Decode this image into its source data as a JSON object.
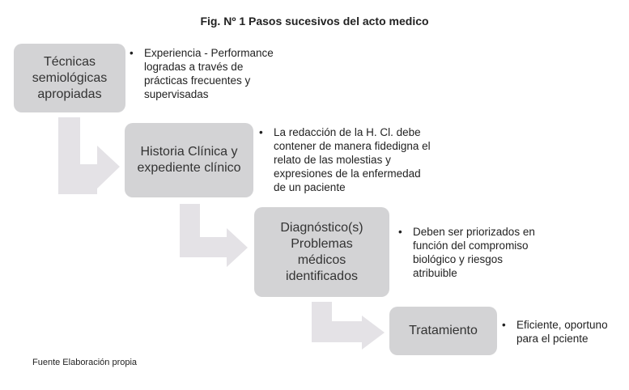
{
  "title": "Fig. Nº 1 Pasos sucesivos del acto medico",
  "steps": [
    {
      "label": "Técnicas semiológicas apropiadas",
      "note": "Experiencia - Performance logradas a través de prácticas frecuentes y supervisadas"
    },
    {
      "label": "Historia Clínica y expediente clínico",
      "note": "La redacción de la H. Cl. debe contener de manera fidedigna el relato de las molestias y expresiones de la enfermedad de un paciente"
    },
    {
      "label": "Diagnóstico(s) Problemas médicos identificados",
      "note": "Deben ser priorizados en función del compromiso biológico y riesgos atribuible"
    },
    {
      "label": "Tratamiento",
      "note": "Eficiente, oportuno para el pciente"
    }
  ],
  "bullet_char": "•",
  "source": "Fuente Elaboración propia",
  "colors": {
    "box": "#d3d3d5",
    "arrow": "#e4e2e6"
  }
}
